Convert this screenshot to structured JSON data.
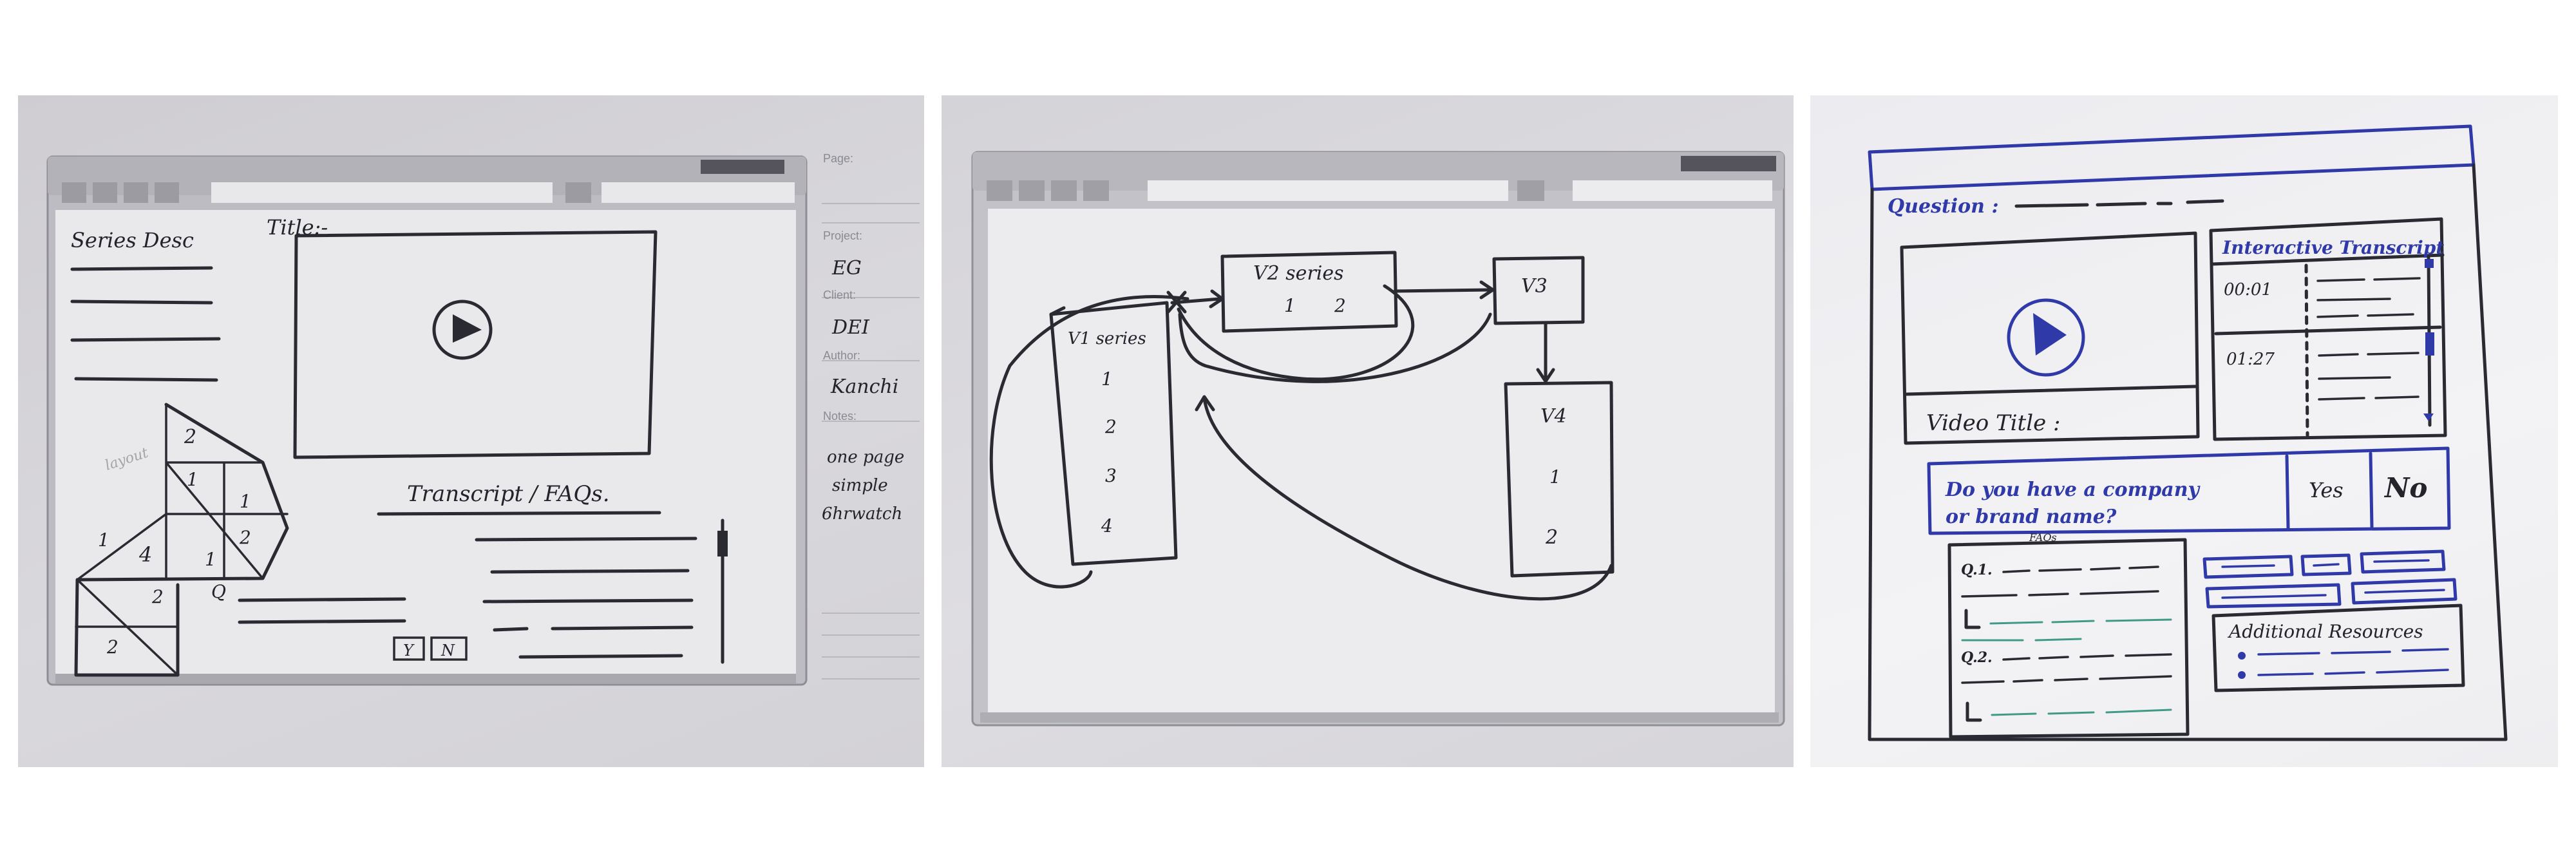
{
  "sketch1": {
    "series_desc": "Series Desc",
    "title_label": "Title:-",
    "transcript_heading": "Transcript / FAQs.",
    "question_letter": "Q",
    "yes_box": "Y",
    "no_box": "N",
    "faint_pencil_note": "layout",
    "triangle_numbers": [
      "2",
      "1",
      "1",
      "1",
      "4",
      "2",
      "1",
      "2",
      "2"
    ],
    "form": {
      "page_label": "Page:",
      "project_label": "Project:",
      "project_value": "EG",
      "client_label": "Client:",
      "client_value": "DEI",
      "author_label": "Author:",
      "author_value": "Kanchi",
      "notes_label": "Notes:",
      "notes_lines": [
        "one page",
        "simple",
        "6hrwatch"
      ]
    }
  },
  "sketch2": {
    "v1_title": "V1 series",
    "v1_items": [
      "1",
      "2",
      "3",
      "4"
    ],
    "v2_title": "V2 series",
    "v2_items": [
      "1",
      "2"
    ],
    "v3_title": "V3",
    "v4_title": "V4",
    "v4_items": [
      "1",
      "2"
    ]
  },
  "sketch3": {
    "question_label": "Question :",
    "interactive_transcript_title": "Interactive Transcript",
    "timestamps": [
      "00:01",
      "01:27"
    ],
    "video_title_label": "Video Title :",
    "prompt_line1": "Do you have a company",
    "prompt_line2": "or brand name?",
    "yes_label": "Yes",
    "no_label": "No",
    "faq_label": "FAQs",
    "q1_label": "Q.1.",
    "q2_label": "Q.2.",
    "additional_resources_title": "Additional Resources",
    "colors": {
      "ink_blue": "#2f3aa8",
      "yes_green": "#3f9a86",
      "no_red": "#e0474c",
      "pencil_dark": "#2a2a33"
    }
  }
}
